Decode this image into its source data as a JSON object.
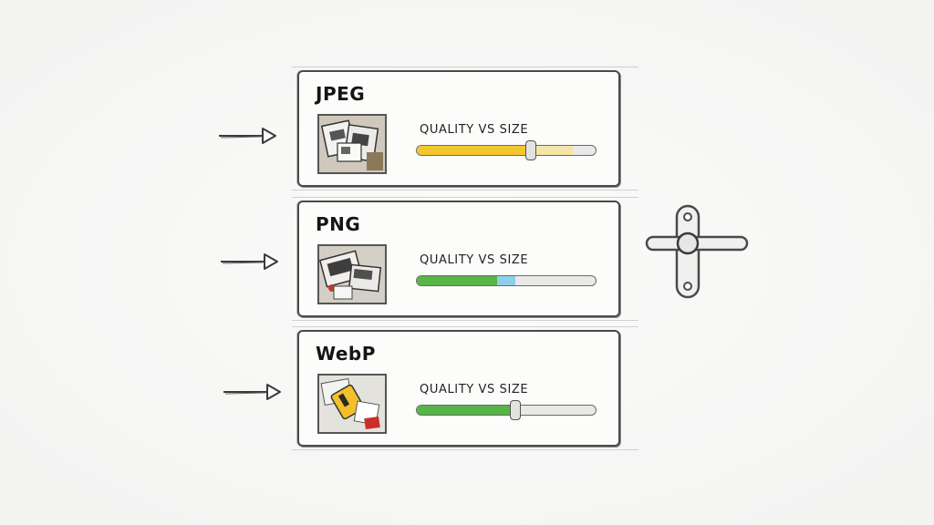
{
  "formats": [
    {
      "title": "JPEG",
      "quality_label": "QUALITY VS SIZE",
      "quality_level": 0.64,
      "fill_color": "#f2c62e",
      "secondary_color": "#f3e6a6",
      "secondary_level": 0.87
    },
    {
      "title": "PNG",
      "quality_label": "QUALITY VS SIZE",
      "quality_level": 0.45,
      "fill_color": "#58b548",
      "secondary_color": "#8fd0e8",
      "secondary_level": 0.55
    },
    {
      "title": "WebP",
      "quality_label": "QUALITY VS SIZE",
      "quality_level": 0.55,
      "fill_color": "#57b548",
      "secondary_color": "#57b548",
      "secondary_level": 0.55
    }
  ],
  "icons": {
    "arrow": "right-arrow-icon",
    "thumbnail": "image-thumbnail-icon",
    "tool": "adjustment-slider-icon"
  },
  "colors": {
    "outline": "#4a4a4a",
    "background": "#f7f7f6"
  }
}
